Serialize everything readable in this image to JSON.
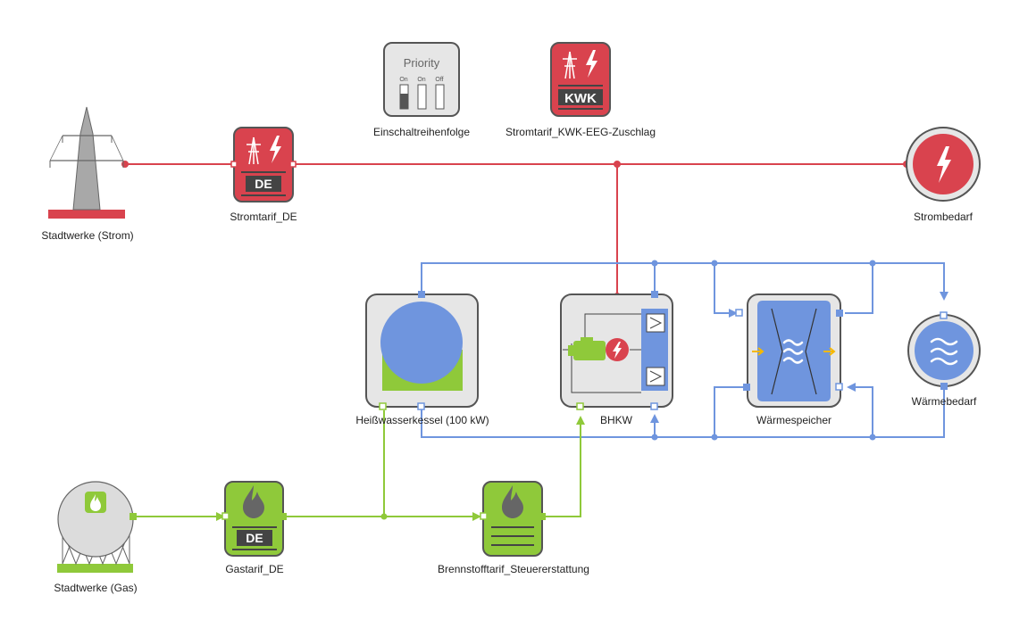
{
  "labels": {
    "stadtwerke_strom": "Stadtwerke (Strom)",
    "stromtarif_de": "Stromtarif_DE",
    "einschaltreihenfolge": "Einschaltreihenfolge",
    "stromtarif_kwk": "Stromtarif_KWK-EEG-Zuschlag",
    "strombedarf": "Strombedarf",
    "heisswasserkessel": "Heißwasserkessel (100 kW)",
    "bhkw": "BHKW",
    "waermespeicher": "Wärmespeicher",
    "waermebedarf": "Wärmebedarf",
    "stadtwerke_gas": "Stadtwerke (Gas)",
    "gastarif_de": "Gastarif_DE",
    "brennstofftarif": "Brennstofftarif_Steuererstattung"
  },
  "badges": {
    "de_strom": "DE",
    "kwk": "KWK",
    "de_gas": "DE"
  },
  "priority": {
    "title": "Priority",
    "states": [
      "On",
      "On",
      "Off"
    ]
  },
  "colors": {
    "electric": "#d9434e",
    "heat": "#6f95de",
    "gas": "#8fc93a",
    "node_fill": "#e6e6e6",
    "node_border": "#555555",
    "arrow_yellow": "#f5b800"
  },
  "icons": {
    "power_pylon": "power-pylon-icon",
    "lightning": "lightning-icon",
    "flame": "flame-icon",
    "heat_waves": "heat-waves-icon",
    "gas_tank": "gas-tank-icon",
    "engine": "engine-icon",
    "heat_exchanger": "heat-exchanger-icon"
  }
}
